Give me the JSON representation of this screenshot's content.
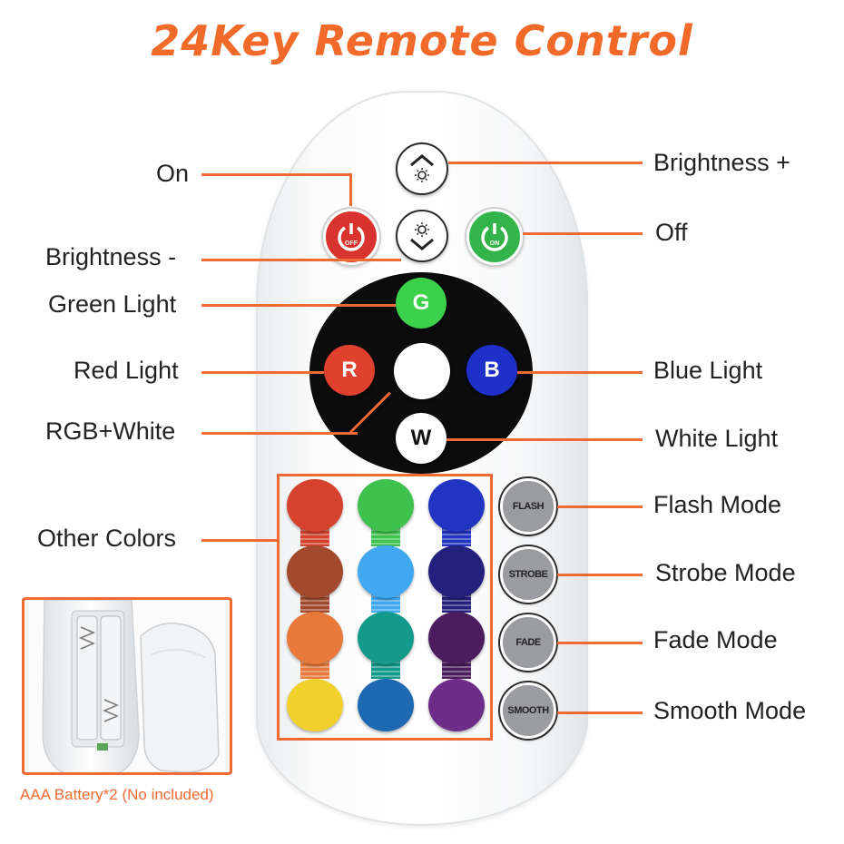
{
  "title": "24Key Remote Control",
  "colors": {
    "accent": "#f06a33",
    "title": "#f26a2a"
  },
  "labels_left": {
    "on": "On",
    "brightness_minus": "Brightness -",
    "green_light": "Green Light",
    "red_light": "Red Light",
    "rgb_white": "RGB+White",
    "other_colors": "Other Colors"
  },
  "labels_right": {
    "brightness_plus": "Brightness +",
    "off": "Off",
    "blue_light": "Blue Light",
    "white_light": "White Light",
    "flash_mode": "Flash Mode",
    "strobe_mode": "Strobe Mode",
    "fade_mode": "Fade Mode",
    "smooth_mode": "Smooth Mode"
  },
  "buttons": {
    "off_button": {
      "text": "OFF",
      "color": "#d8332c"
    },
    "on_button": {
      "text": "ON",
      "color": "#33b44a"
    },
    "green": {
      "text": "G",
      "color": "#3bd14a"
    },
    "red": {
      "text": "R",
      "color": "#e0402e"
    },
    "blue": {
      "text": "B",
      "color": "#1f30c8"
    },
    "white": {
      "text": "W",
      "color": "#ffffff"
    },
    "brightness_up_icon": "sun-arrow-up-icon",
    "brightness_down_icon": "sun-arrow-down-icon"
  },
  "color_grid": [
    [
      "#d6422e",
      "#3fc24d",
      "#2134c2"
    ],
    [
      "#a34a2e",
      "#3fa8f0",
      "#24207e"
    ],
    [
      "#e8793a",
      "#139a8a",
      "#4b1c5e"
    ],
    [
      "#f1d02c",
      "#1f68b2",
      "#6f2d8a"
    ]
  ],
  "modes": [
    "FLASH",
    "STROBE",
    "FADE",
    "SMOOTH"
  ],
  "battery_caption": "AAA Battery*2 (No included)"
}
